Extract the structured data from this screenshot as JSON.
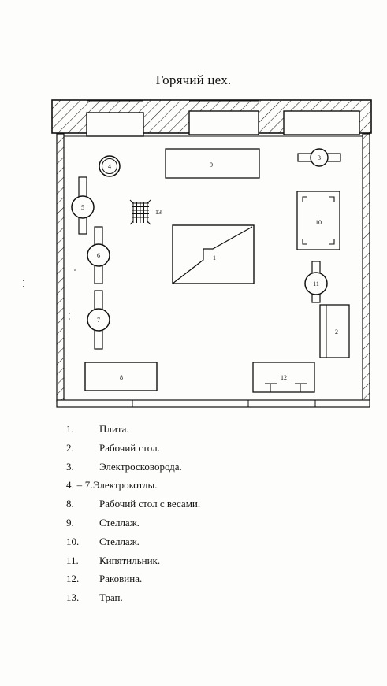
{
  "title": "Горячий цех.",
  "labels": {
    "n1": "1",
    "n2": "2",
    "n3": "3",
    "n4": "4",
    "n5": "5",
    "n6": "6",
    "n7": "7",
    "n8": "8",
    "n9": "9",
    "n10": "10",
    "n11": "11",
    "n12": "12",
    "n13": "13"
  },
  "legend": [
    {
      "num": "1.",
      "text": "Плита."
    },
    {
      "num": "2.",
      "text": "Рабочий стол."
    },
    {
      "num": "3.",
      "text": "Электросковорода."
    },
    {
      "num": "4. – 7.",
      "text": "Электрокотлы."
    },
    {
      "num": "8.",
      "text": "Рабочий стол с весами."
    },
    {
      "num": "9.",
      "text": "Стеллаж."
    },
    {
      "num": "10.",
      "text": "Стеллаж."
    },
    {
      "num": "11.",
      "text": "Кипятильник."
    },
    {
      "num": "12.",
      "text": "Раковина."
    },
    {
      "num": "13.",
      "text": "Трап."
    }
  ]
}
